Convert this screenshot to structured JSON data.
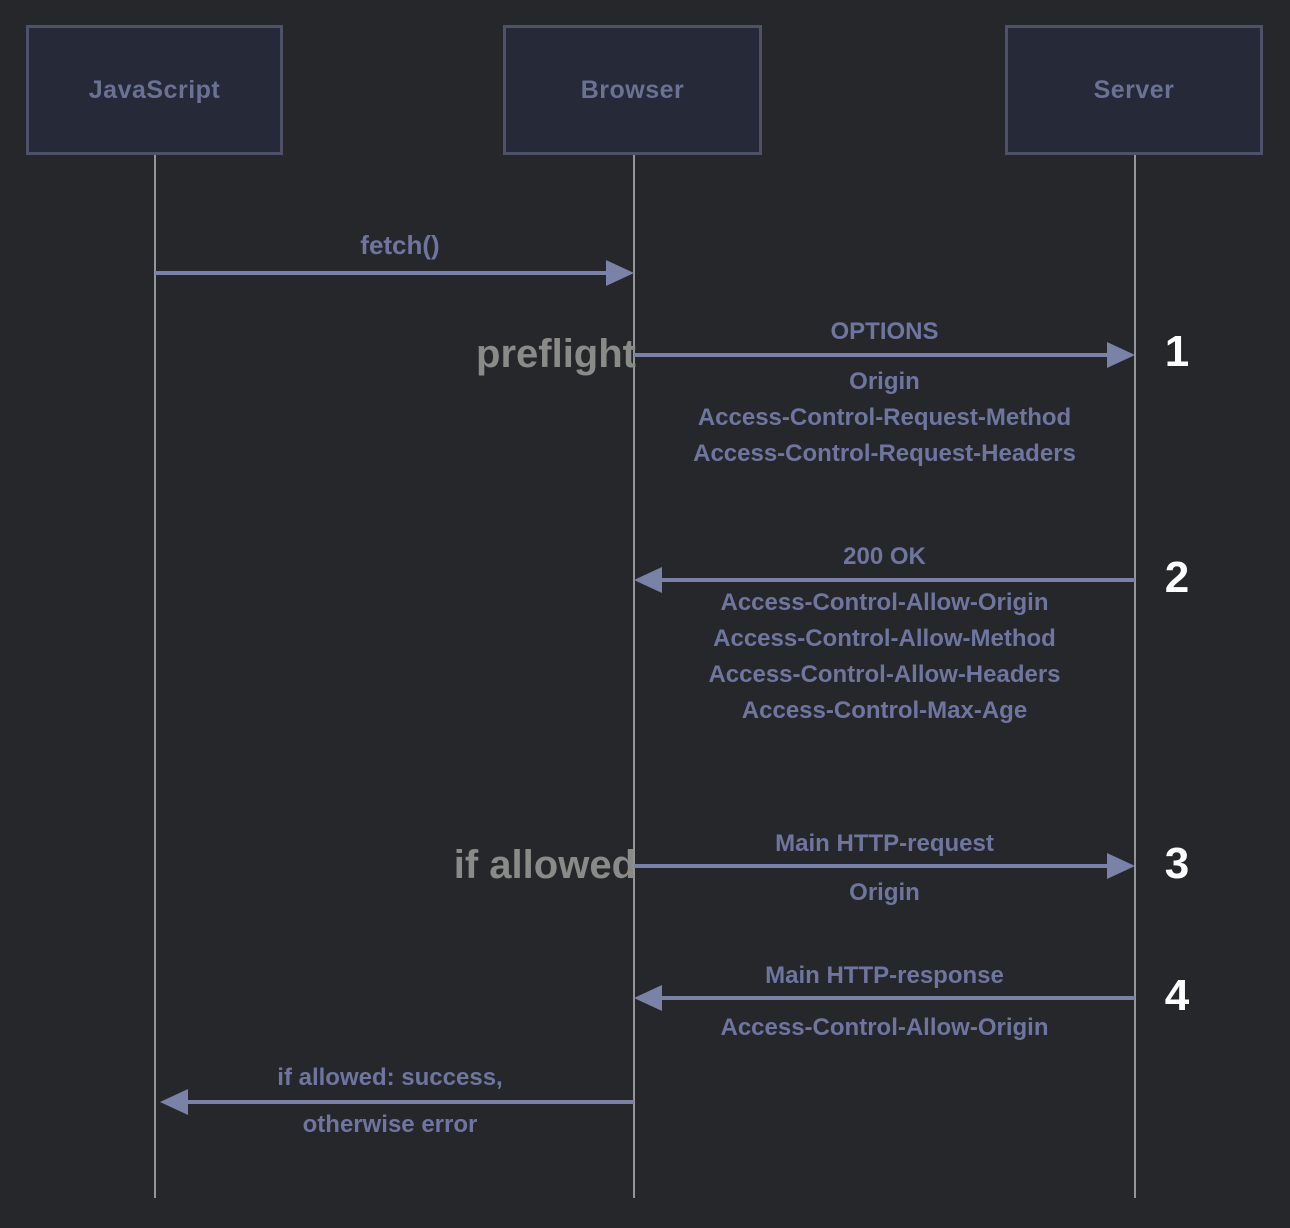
{
  "colors": {
    "background": "#25272b",
    "box_fill": "#262938",
    "box_border": "#4d5269",
    "box_text": "#6a7294",
    "arrow": "#7a82a8",
    "label_text": "#6e76a0",
    "annotation_text": "#8a8a88",
    "lifeline": "#949598",
    "step_number": "#ffffff"
  },
  "actors": [
    {
      "label": "JavaScript"
    },
    {
      "label": "Browser"
    },
    {
      "label": "Server"
    }
  ],
  "annotations": {
    "preflight": "preflight",
    "if_allowed": "if allowed"
  },
  "messages": [
    {
      "label": "fetch()"
    },
    {
      "label": "OPTIONS",
      "headers": [
        "Origin",
        "Access-Control-Request-Method",
        "Access-Control-Request-Headers"
      ],
      "step": "1"
    },
    {
      "label": "200 OK",
      "headers": [
        "Access-Control-Allow-Origin",
        "Access-Control-Allow-Method",
        "Access-Control-Allow-Headers",
        "Access-Control-Max-Age"
      ],
      "step": "2"
    },
    {
      "label": "Main HTTP-request",
      "headers": [
        "Origin"
      ],
      "step": "3"
    },
    {
      "label": "Main HTTP-response",
      "headers": [
        "Access-Control-Allow-Origin"
      ],
      "step": "4"
    },
    {
      "label": "if allowed: success,",
      "label_below": "otherwise error"
    }
  ]
}
